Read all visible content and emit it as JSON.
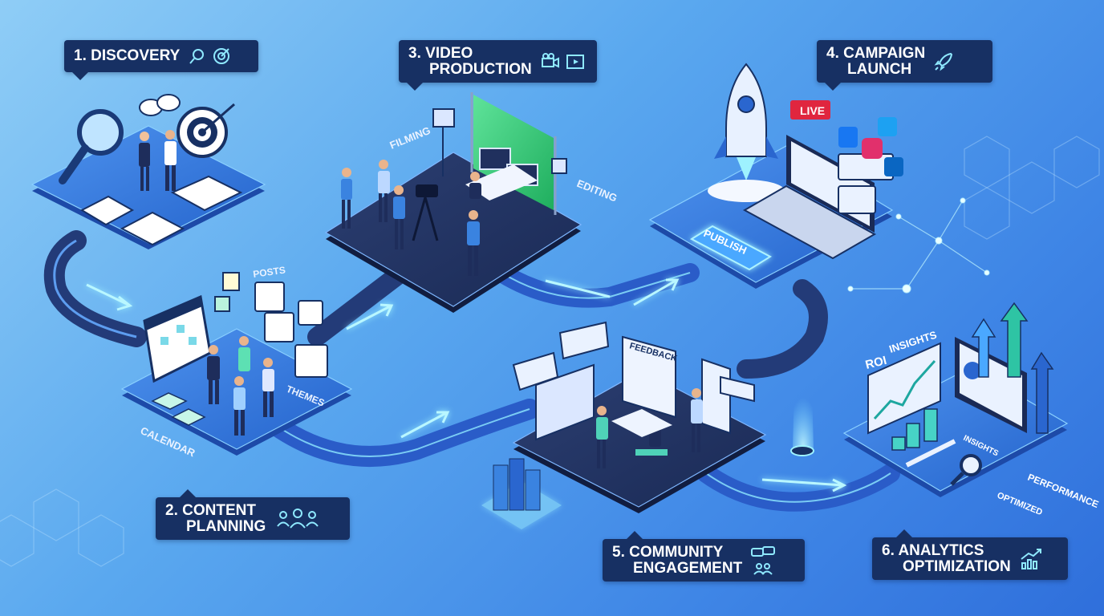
{
  "stages": [
    {
      "number": "1.",
      "line1": "DISCOVERY",
      "line2": "",
      "icons": [
        "search-icon",
        "target-icon"
      ]
    },
    {
      "number": "2.",
      "line1": "CONTENT",
      "line2": "PLANNING",
      "icons": [
        "team-icon"
      ]
    },
    {
      "number": "3.",
      "line1": "VIDEO",
      "line2": "PRODUCTION",
      "icons": [
        "video-camera-icon",
        "film-icon"
      ]
    },
    {
      "number": "4.",
      "line1": "CAMPAIGN",
      "line2": "LAUNCH",
      "icons": [
        "rocket-icon"
      ]
    },
    {
      "number": "5.",
      "line1": "COMMUNITY",
      "line2": "ENGAGEMENT",
      "icons": [
        "chat-icon",
        "people-icon"
      ]
    },
    {
      "number": "6.",
      "line1": "ANALYTICS",
      "line2": "OPTIMIZATION",
      "icons": [
        "growth-chart-icon"
      ]
    }
  ],
  "scene_text": {
    "posts": "POSTS",
    "themes": "THEMES",
    "calendar": "CALENDAR",
    "filming": "FILMING",
    "editing": "EDITING",
    "live": "LIVE",
    "publish": "PUBLISH",
    "feedback": "FEEDBACK",
    "roi": "ROI",
    "insights": "INSIGHTS",
    "insights_small": "INSIGHTS",
    "performance": "PERFORMANCE",
    "optimized": "OPTIMIZED"
  },
  "social_icons": [
    "facebook-icon",
    "instagram-icon",
    "twitter-icon",
    "linkedin-icon"
  ],
  "colors": {
    "label_bg": "#173063",
    "platform_light": "#2f72d6",
    "platform_dark": "#22335f",
    "path": "#2a5cc8",
    "glow": "#9ef2ff",
    "green_screen": "#2ecc71",
    "accent_red": "#e0263f"
  }
}
